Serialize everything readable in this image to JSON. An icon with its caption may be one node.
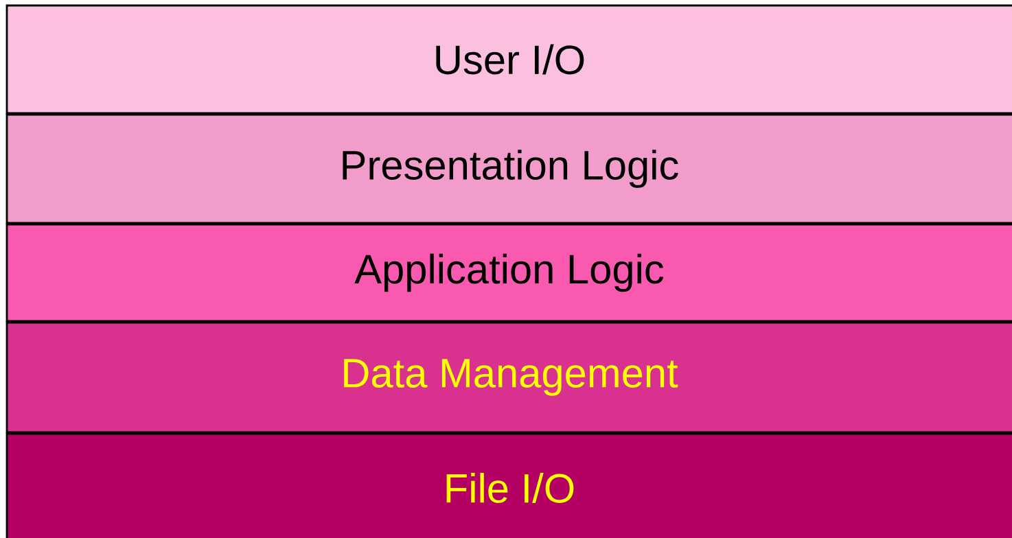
{
  "diagram": {
    "nodes": [
      {
        "text": [
          "User I/O"
        ]
      },
      {
        "text": [
          "Presentation Logic"
        ]
      },
      {
        "text": [
          "Application Logic"
        ]
      },
      {
        "text": [
          "Data Management"
        ]
      },
      {
        "text": [
          "File I/O"
        ]
      }
    ]
  }
}
